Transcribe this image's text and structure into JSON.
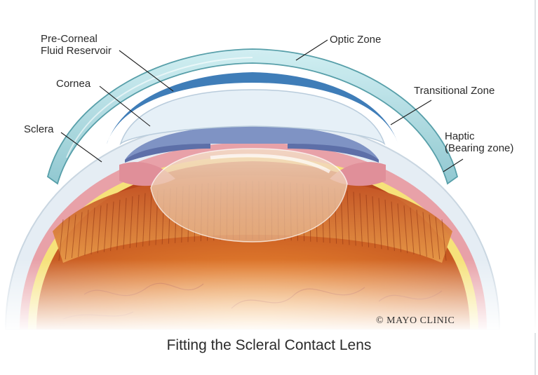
{
  "labels": {
    "pre_corneal_line1": "Pre-Corneal",
    "pre_corneal_line2": "Fluid Reservoir",
    "optic_zone": "Optic Zone",
    "cornea": "Cornea",
    "transitional_zone": "Transitional Zone",
    "sclera": "Sclera",
    "haptic_line1": "Haptic",
    "haptic_line2": "(Bearing zone)"
  },
  "credit": "© MAYO CLINIC",
  "caption": "Fitting the Scleral Contact Lens",
  "colors": {
    "lens": "#a9d6dc",
    "lens_edge": "#4f9aa5",
    "fluid_reservoir": "#2a6fb0",
    "cornea": "#e6f0f7",
    "iris": "#7f93c4",
    "sclera": "#e5edf4",
    "eye_interior": "#d4742a",
    "retina_yellow": "#f6e27a",
    "ciliary_pink": "#e8a1a8"
  }
}
